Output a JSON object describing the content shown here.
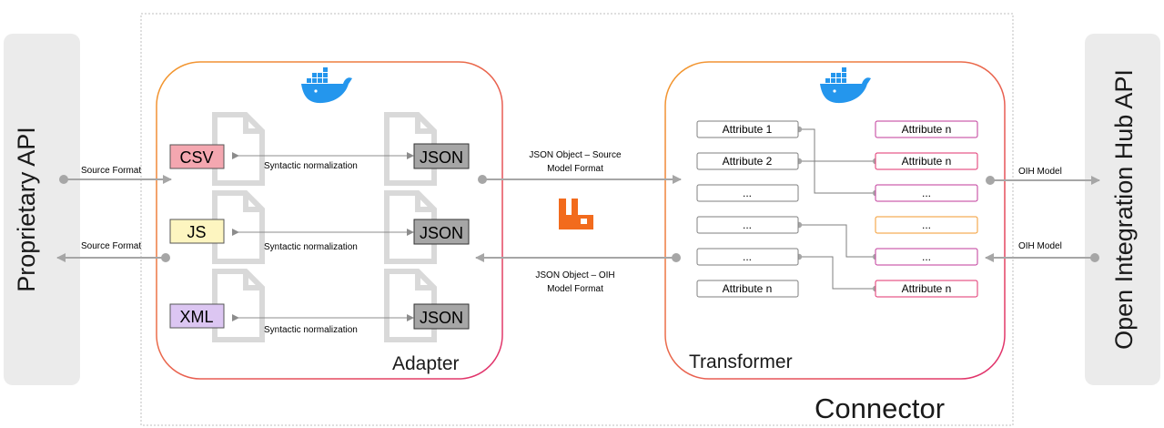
{
  "left_api": {
    "label": "Proprietary API"
  },
  "right_api": {
    "label": "Open Integration Hub API"
  },
  "connector": {
    "label": "Connector"
  },
  "adapter": {
    "label": "Adapter",
    "rows": [
      {
        "source": "CSV",
        "normalization": "Syntactic normalization",
        "target": "JSON",
        "source_color": "#f4a7b0"
      },
      {
        "source": "JS",
        "normalization": "Syntactic normalization",
        "target": "JSON",
        "source_color": "#fdf5c0"
      },
      {
        "source": "XML",
        "normalization": "Syntactic normalization",
        "target": "JSON",
        "source_color": "#dcc6f2"
      }
    ]
  },
  "transformer": {
    "label": "Transformer",
    "left_attributes": [
      "Attribute 1",
      "Attribute 2",
      "...",
      "...",
      "...",
      "Attribute n"
    ],
    "right_attributes": [
      "Attribute n",
      "Attribute n",
      "...",
      "...",
      "...",
      "Attribute n"
    ]
  },
  "flows": {
    "source_format_in": "Source Format",
    "source_format_out": "Source Format",
    "json_source_line1": "JSON Object – Source",
    "json_source_line2": "Model Format",
    "json_oih_line1": "JSON Object – OIH",
    "json_oih_line2": "Model Format",
    "oih_model_out": "OIH Model",
    "oih_model_in": "OIH Model"
  },
  "icons": {
    "docker": "docker-whale-icon",
    "rabbitmq": "rabbitmq-icon",
    "document": "document-icon"
  },
  "colors": {
    "api_panel": "#ebebeb",
    "json_box": "#a6a6a6",
    "docker_blue": "#2496ed",
    "rabbit_orange": "#f26b1d",
    "arrow_gray": "#a6a6a6"
  }
}
